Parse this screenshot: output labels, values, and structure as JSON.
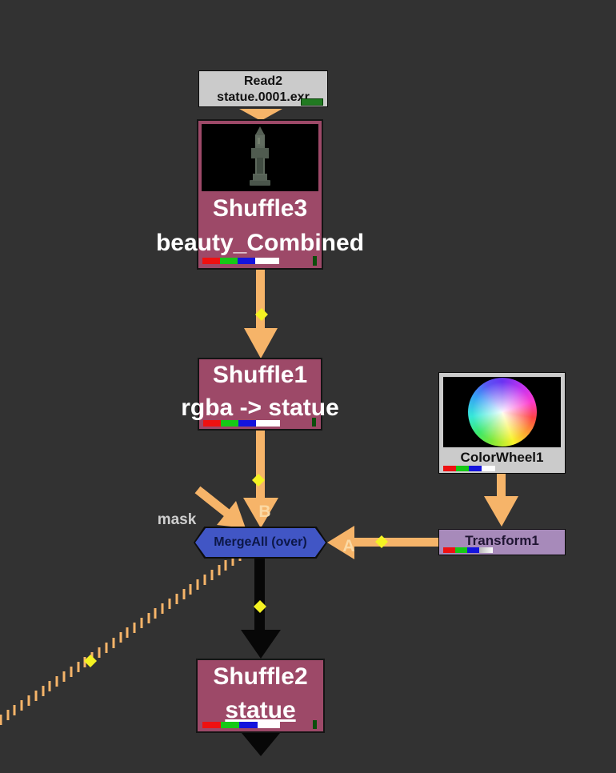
{
  "nodes": {
    "read2": {
      "title": "Read2",
      "label": "statue.0001.exr"
    },
    "shuffle3": {
      "title": "Shuffle3",
      "label": "beauty_Combined"
    },
    "shuffle1": {
      "title": "Shuffle1",
      "label": "rgba -> statue"
    },
    "colorwheel1": {
      "title": "ColorWheel1"
    },
    "transform1": {
      "title": "Transform1"
    },
    "mergeall": {
      "title": "MergeAll (over)"
    },
    "shuffle2": {
      "title": "Shuffle2",
      "label": "statue"
    }
  },
  "connections": {
    "mask_label": "mask",
    "a_input_label": "A",
    "b_input_label": "B"
  },
  "palette": {
    "background": "#323232",
    "wire_orange": "#f6b469",
    "wire_black": "#070707",
    "frame_marker_yellow": "#f4f222",
    "shuffle_node": "#9d4968",
    "read_node": "#cbcbcb",
    "colorwheel_node": "#cbcbcb",
    "transform_node": "#a78aba",
    "merge_node": "#4156c5",
    "merge_text": "#0c1747",
    "channel_bars": [
      "#ee1111",
      "#16c916",
      "#1414dd",
      "#ffffff"
    ],
    "cache_indicator_green": "#217a21",
    "node_indicator_green": "#0b4d0b"
  }
}
